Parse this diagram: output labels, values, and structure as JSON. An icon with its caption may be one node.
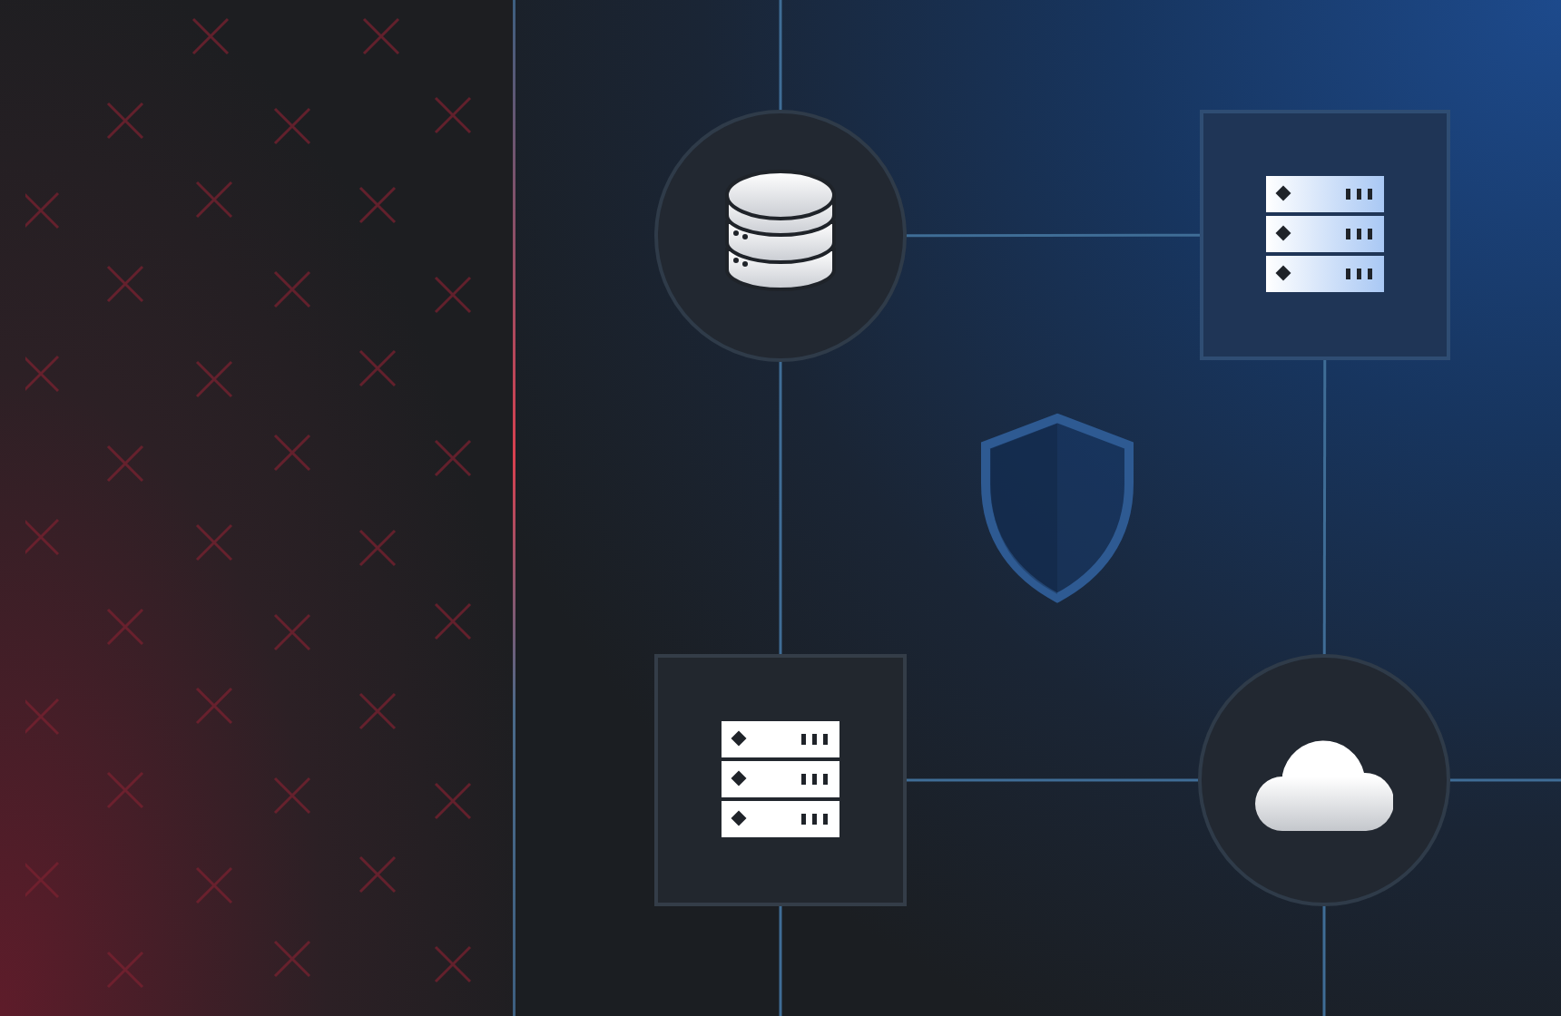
{
  "diagram": {
    "nodes": [
      {
        "text": [],
        "shape": "circle"
      },
      {
        "text": [],
        "shape": "box"
      },
      {
        "text": [],
        "shape": "box"
      },
      {
        "text": [],
        "shape": "circle"
      }
    ],
    "edges": [
      {
        "from": 0,
        "to": 1,
        "arrow": "none"
      },
      {
        "from": 0,
        "to": 2,
        "arrow": "none"
      },
      {
        "from": 1,
        "to": 3,
        "arrow": "none"
      },
      {
        "from": 2,
        "to": 3,
        "arrow": "none"
      },
      {
        "from": null,
        "to": 0,
        "arrow": "none"
      },
      {
        "from": 2,
        "to": null,
        "arrow": "none"
      },
      {
        "from": 3,
        "to": null,
        "arrow": "none"
      },
      {
        "from": 3,
        "to": null,
        "arrow": "none"
      }
    ]
  }
}
